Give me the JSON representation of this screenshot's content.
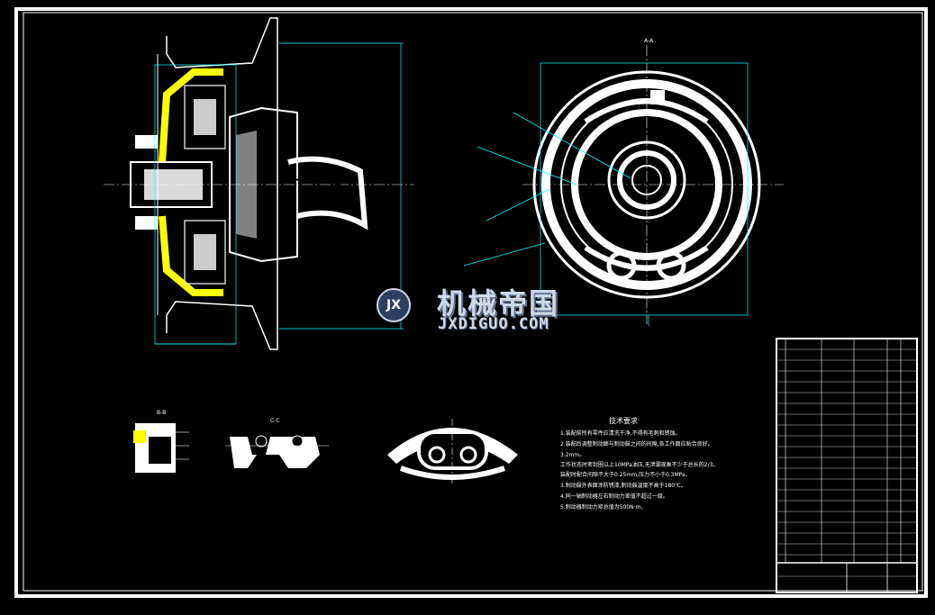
{
  "colors": {
    "background": "#000000",
    "line": "#ffffff",
    "frame": "#ffffff",
    "highlight": "#ffff00",
    "dimension": "#00ffff",
    "watermark": "#cfd8e6"
  },
  "watermark": {
    "cn": "机械帝国",
    "en": "JXDIGUO.COM",
    "mark": "JX"
  },
  "section_labels": {
    "top_view": "A-A",
    "detail_b": "B-B",
    "detail_c": "C-C"
  },
  "technical_notes": {
    "title": "技术要求",
    "items": [
      "1.装配前所有零件应清洗干净,不得有毛刺和锈蚀。",
      "2.装配后调整制动蹄与制动鼓之间的间隙,各工作面应贴合良好。",
      "3.2mm。",
      "工作状态时密封圈以上10MPa油压,无泄漏现象不少于总长的2/3。",
      "装配时配合间隙不大于0.25mm,压力不小于0.3MPa。",
      "3.制动鼓外表面涂防锈漆,制动鼓温度不高于180℃。",
      "4.同一轴制动器左右制动力差值不超过一级。",
      "5.制动器制动力矩总值为500N·m。"
    ]
  }
}
